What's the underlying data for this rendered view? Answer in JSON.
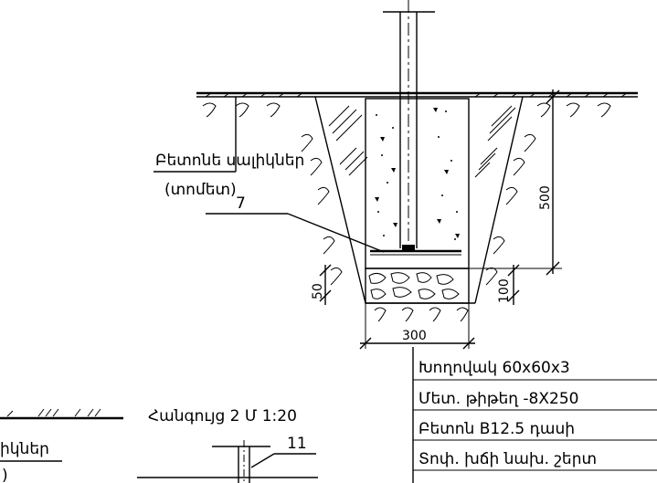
{
  "labels": {
    "concrete_slabs_line1": "Բետոնե սալիկներ",
    "concrete_slabs_line2": "(տոմետ)",
    "item_number": "7",
    "item_number_detail": "11",
    "dim_width": "300",
    "dim_depth": "500",
    "dim_left": "50",
    "dim_right": "100",
    "detail_title": "Հանգույց 2 Մ 1:20",
    "cut_text_1": "իկներ",
    "cut_text_2": ")"
  },
  "legend": [
    "Խողովակ 60x60x3",
    "Մետ. թիթեղ -8X250",
    "Բետոն B12.5 դասի",
    "Տոփ. խճի նախ. շերտ"
  ]
}
